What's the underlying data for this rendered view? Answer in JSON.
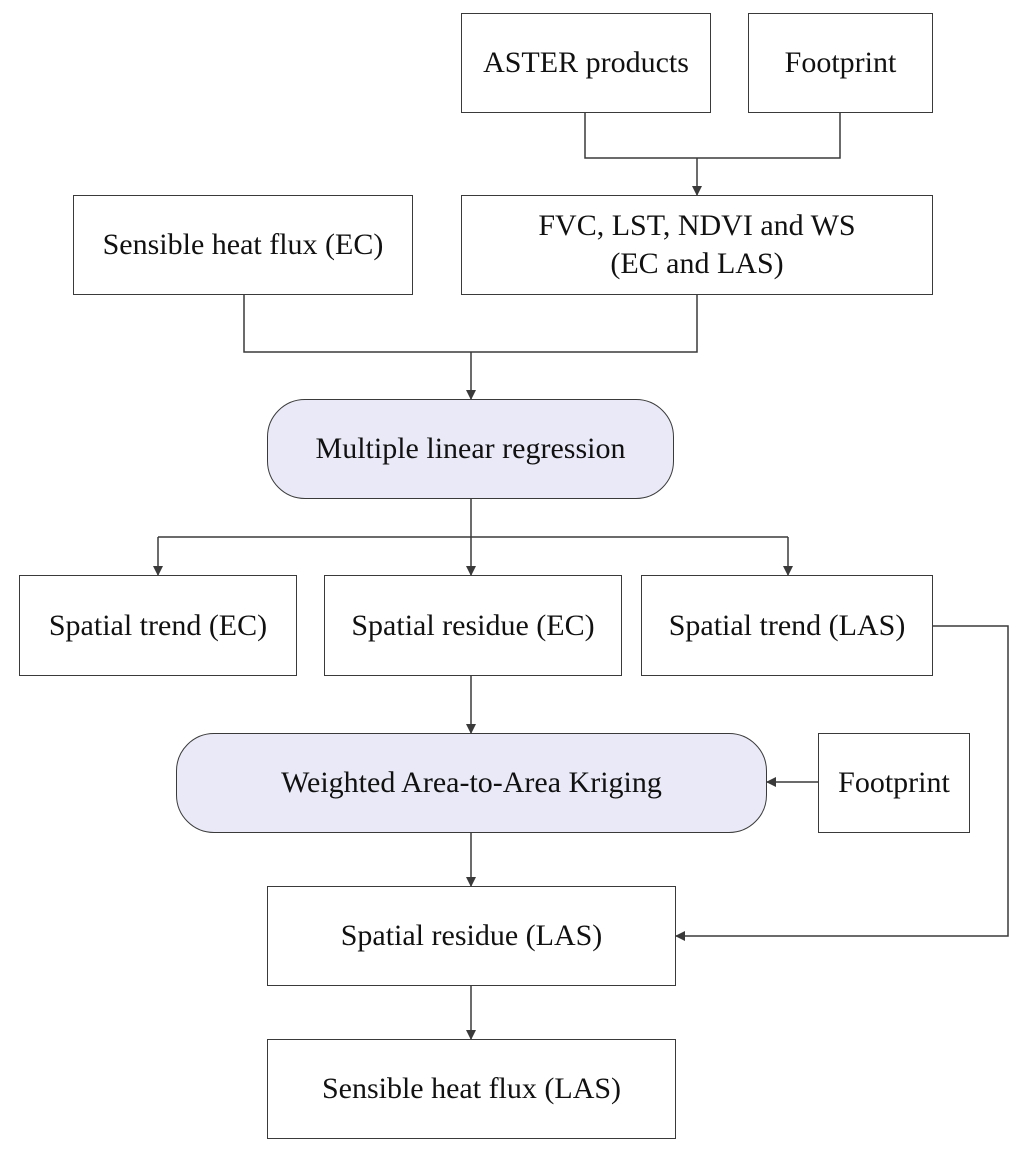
{
  "colors": {
    "line": "#3a3a3a",
    "box_fill": "#ffffff",
    "process_fill": "#e9e9f7",
    "text": "#111111"
  },
  "nodes": {
    "aster_products": "ASTER products",
    "footprint_top": "Footprint",
    "sensible_heat_flux_ec": "Sensible heat flux (EC)",
    "fvc_lst_ndvi_ws": {
      "line1": "FVC, LST, NDVI and WS",
      "line2": "(EC and LAS)"
    },
    "multiple_linear_regression": "Multiple linear regression",
    "spatial_trend_ec": "Spatial trend (EC)",
    "spatial_residue_ec": "Spatial residue (EC)",
    "spatial_trend_las": "Spatial trend (LAS)",
    "weighted_kriging": "Weighted Area-to-Area Kriging",
    "footprint_right": "Footprint",
    "spatial_residue_las": "Spatial residue (LAS)",
    "sensible_heat_flux_las": "Sensible heat flux (LAS)"
  }
}
